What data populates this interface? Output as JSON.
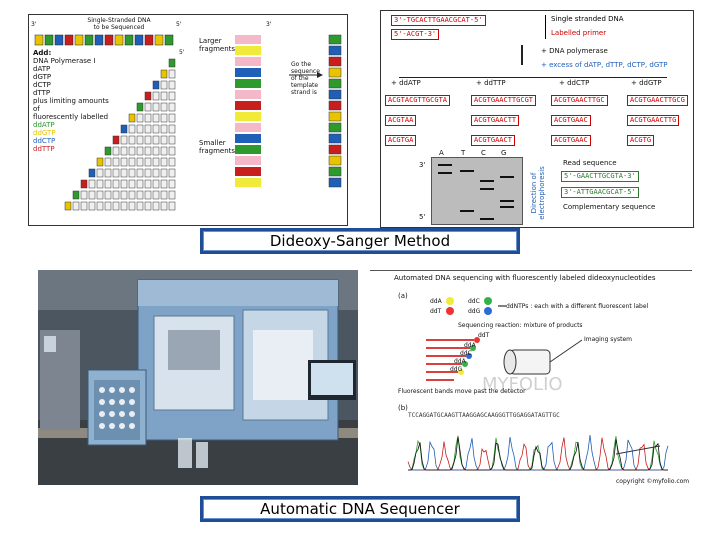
{
  "captions": {
    "top": "Dideoxy-Sanger Method",
    "bottom": "Automatic DNA Sequencer"
  },
  "panel_left": {
    "title_lines": [
      "Single-Stranded DNA",
      "to be Sequenced"
    ],
    "add_title": "Add:",
    "add_items": [
      "DNA Polymerase I",
      "dATP",
      "dGTP",
      "dCTP",
      "dTTP",
      "plus limiting amounts of",
      "fluorescently labelled"
    ],
    "ddntps": [
      "ddATP",
      "ddGTP",
      "ddCTP",
      "ddTTP"
    ],
    "ddntp_colors": [
      "#2e9a2e",
      "#e8c400",
      "#1f5fb8",
      "#c81e1e"
    ],
    "larger_label": [
      "Larger",
      "fragments"
    ],
    "smaller_label": [
      "Smaller",
      "fragments"
    ],
    "goto_label": [
      "Go the",
      "sequence",
      "of the",
      "template",
      "strand is"
    ],
    "end_labels": [
      "3'",
      "5'",
      "5'",
      "3'"
    ]
  },
  "panel_right": {
    "primer_seq": "3'-TGCACTTGAACGCAT-5'",
    "primer_short": "5'-ACGT-3'",
    "single_stranded": "Single stranded DNA",
    "labelled_primer": "Labelled primer",
    "dna_polymerase": "+ DNA polymerase",
    "excess": "+ excess of dATP, dTTP, dCTP, dGTP",
    "dd_labels": [
      "+ ddATP",
      "+ ddTTP",
      "+ ddCTP",
      "+ ddGTP"
    ],
    "frag_col1": [
      "ACGTACGTTGCGTA",
      "ACGTAA",
      "ACGTGA"
    ],
    "frag_col2": [
      "ACGTGAACTTGCGT",
      "ACGTGAACTT",
      "ACGTGAACT"
    ],
    "frag_col3": [
      "ACGTGAACTTGC",
      "ACGTGAAC",
      "ACGTGAAC"
    ],
    "frag_col4": [
      "ACGTGAACTTGCG",
      "ACGTGAACTTG",
      "ACGTG"
    ],
    "gel_lanes": [
      "A",
      "T",
      "C",
      "G"
    ],
    "gel_ends": [
      "3'",
      "5'"
    ],
    "direction": "Direction of electrophoresis",
    "read_sequence": "Read sequence",
    "read_seq_value": "5'-GAACTTGCGTA-3'",
    "complement_seq": "3'-ATTGAACGCAT-5'",
    "complementary": "Complementary sequence"
  },
  "panel_fluor": {
    "title": "Automated DNA sequencing with fluorescently labeled dideoxynucleotides",
    "label_a": "(a)",
    "label_b": "(b)",
    "dd_left": [
      "ddA",
      "ddT"
    ],
    "dd_right": [
      "ddC",
      "ddG"
    ],
    "ddntp_note": "ddNTPs : each with a different fluorescent label",
    "sequencing_note": "Sequencing reaction: mixture of products",
    "fragments": [
      "ddT",
      "ddA",
      "ddC",
      "ddA",
      "ddG"
    ],
    "imaging_label": "Imaging system",
    "fluorescence_note": "Fluorescent bands move past the detector",
    "watermark": "MYFOLIO",
    "trace_seq": "TCCAGGATGCAAGTTAAGGAGCAAGGGTTGGAGGATAGTTGC",
    "copyright": "copyright ©myfolio.com"
  }
}
